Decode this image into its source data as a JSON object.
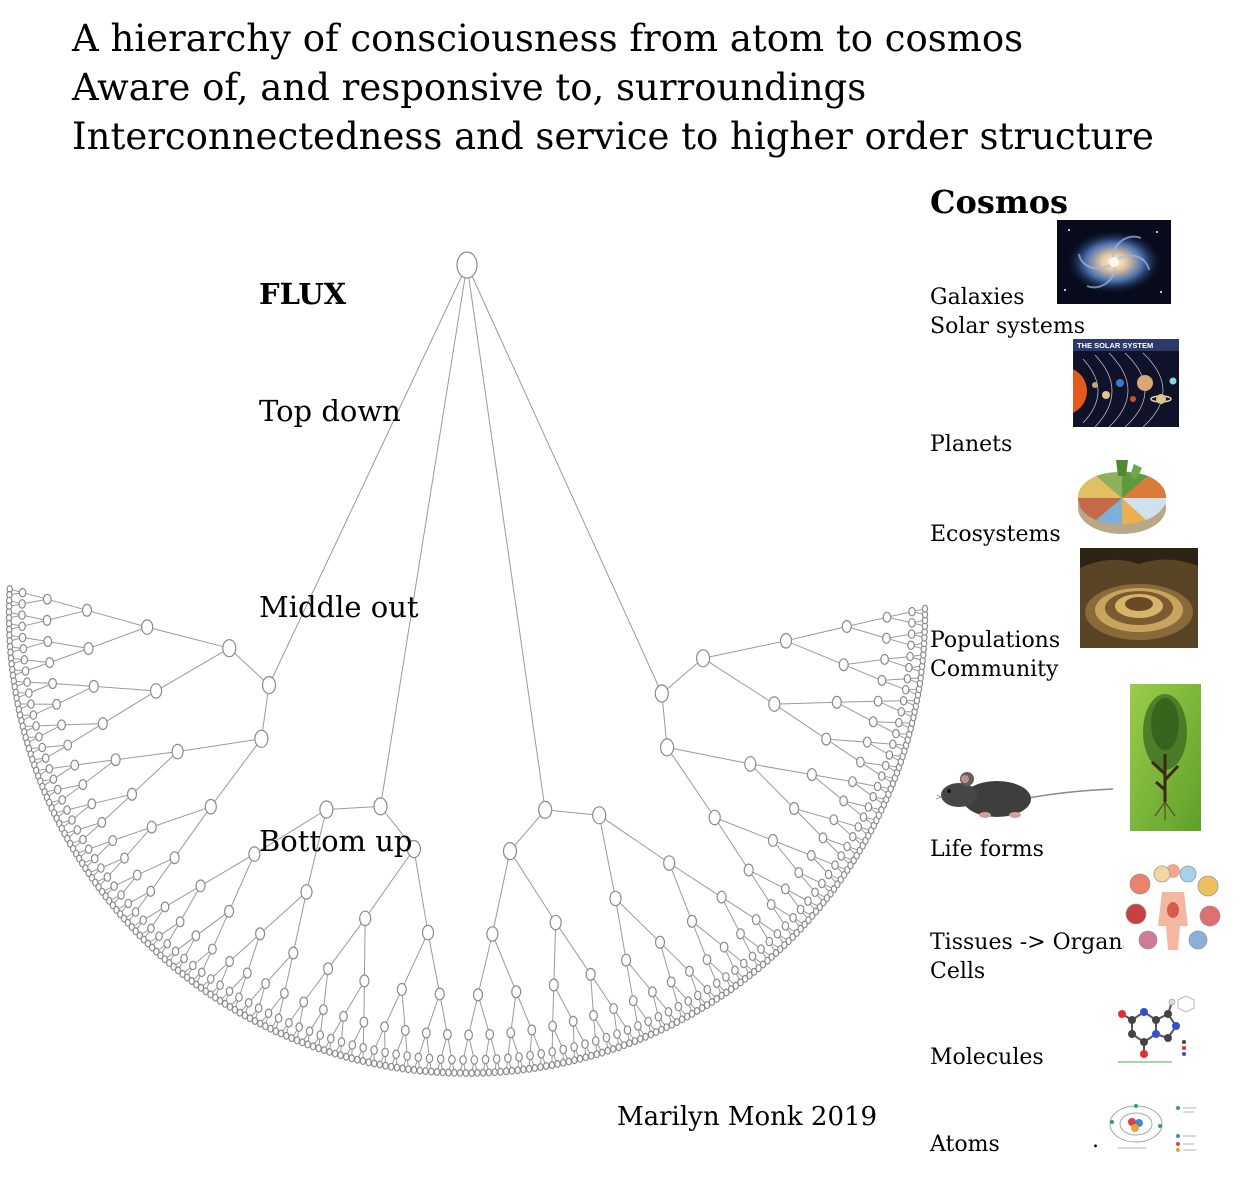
{
  "header": {
    "line1": "A hierarchy of consciousness from atom to cosmos",
    "line2": "Aware of, and responsive to, surroundings",
    "line3": "Interconnectedness and service to higher order structure"
  },
  "tree": {
    "flux_label": "FLUX",
    "top_down_label": "Top down",
    "middle_out_label": "Middle out",
    "bottom_up_label": "Bottom up"
  },
  "credit": "Marilyn Monk 2019",
  "levels": {
    "title": "Cosmos",
    "galaxies": "Galaxies",
    "solar_systems": "Solar systems",
    "planets": "Planets",
    "ecosystems": "Ecosystems",
    "populations": "Populations",
    "community": "Community",
    "life_forms": "Life forms",
    "tissues_organs": "Tissues -> Organs",
    "cells": "Cells",
    "molecules": "Molecules",
    "atoms": "Atoms"
  },
  "images": {
    "solar_system_caption": "THE SOLAR SYSTEM"
  },
  "trailing_mark": "."
}
